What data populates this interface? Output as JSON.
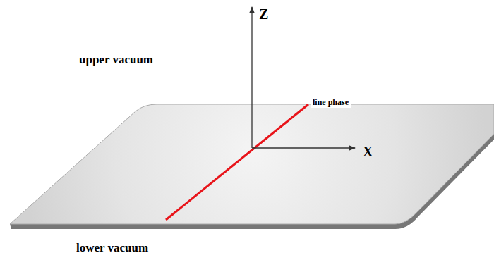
{
  "diagram": {
    "labels": [
      "upper vacuum",
      "Z",
      "line phase",
      "X",
      "lower vacuum"
    ]
  }
}
